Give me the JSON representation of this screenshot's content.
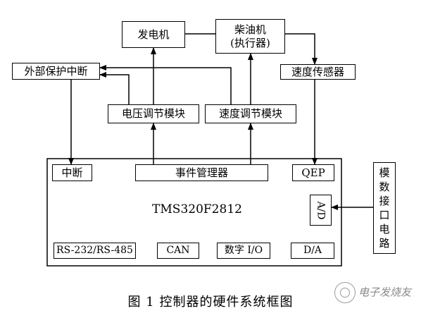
{
  "diagram": {
    "blocks": {
      "generator": "发电机",
      "diesel_engine": "柴油机",
      "diesel_engine_sub": "(执行器)",
      "external_protection": "外部保护中断",
      "speed_sensor": "速度传感器",
      "voltage_module": "电压调节模块",
      "speed_module": "速度调节模块",
      "interrupt": "中断",
      "event_manager": "事件管理器",
      "qep": "QEP",
      "chip_name": "TMS320F2812",
      "ad": "A/D",
      "rs": "RS-232/RS-485",
      "can": "CAN",
      "io": "数字 I/O",
      "da": "D/A",
      "analog_interface": [
        "模",
        "数",
        "接",
        "口",
        "电",
        "路"
      ]
    }
  },
  "caption": "图 1   控制器的硬件系统框图",
  "watermark": "电子发烧友"
}
